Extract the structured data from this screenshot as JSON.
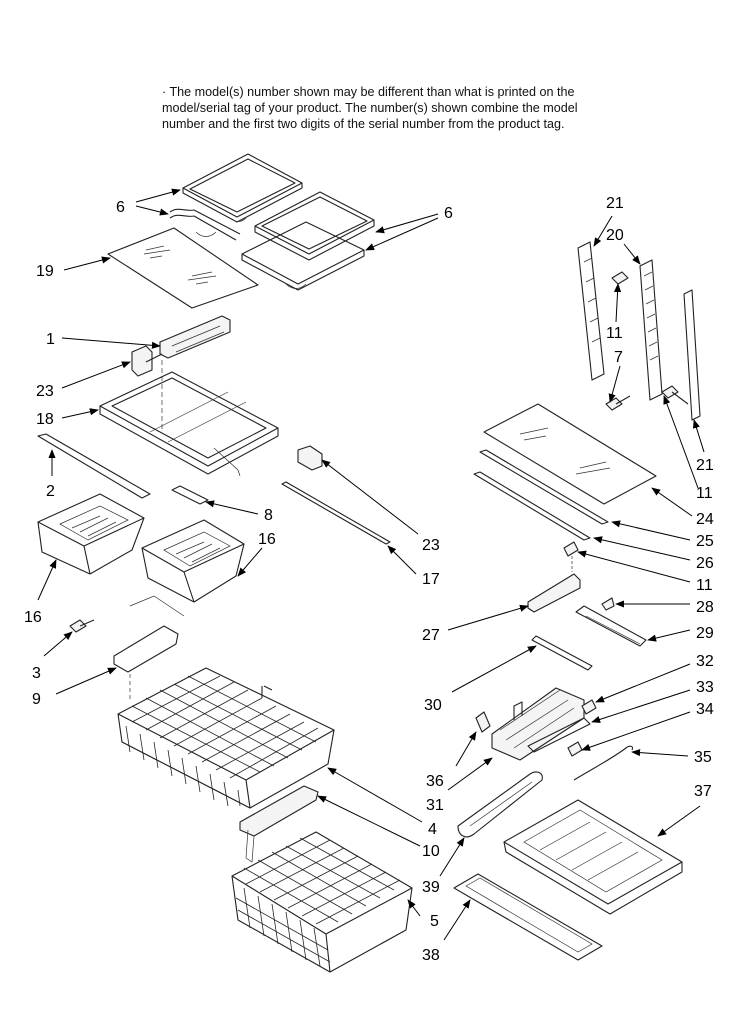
{
  "notice": {
    "lines": [
      "· The model(s) number shown may be different than what is printed on the",
      "model/serial tag of your product. The number(s) shown combine the model",
      "number and the first two digits of the serial number from the product tag."
    ]
  },
  "callouts": [
    {
      "id": "c6a",
      "label": "6"
    },
    {
      "id": "c6b",
      "label": "6"
    },
    {
      "id": "c19",
      "label": "19"
    },
    {
      "id": "c1",
      "label": "1"
    },
    {
      "id": "c23a",
      "label": "23"
    },
    {
      "id": "c18",
      "label": "18"
    },
    {
      "id": "c2",
      "label": "2"
    },
    {
      "id": "c8",
      "label": "8"
    },
    {
      "id": "c16a",
      "label": "16"
    },
    {
      "id": "c16b",
      "label": "16"
    },
    {
      "id": "c23b",
      "label": "23"
    },
    {
      "id": "c17",
      "label": "17"
    },
    {
      "id": "c3",
      "label": "3"
    },
    {
      "id": "c9",
      "label": "9"
    },
    {
      "id": "c4",
      "label": "4"
    },
    {
      "id": "c10",
      "label": "10"
    },
    {
      "id": "c5",
      "label": "5"
    },
    {
      "id": "c21a",
      "label": "21"
    },
    {
      "id": "c20",
      "label": "20"
    },
    {
      "id": "c11a",
      "label": "11"
    },
    {
      "id": "c7",
      "label": "7"
    },
    {
      "id": "c21b",
      "label": "21"
    },
    {
      "id": "c11b",
      "label": "11"
    },
    {
      "id": "c24",
      "label": "24"
    },
    {
      "id": "c25",
      "label": "25"
    },
    {
      "id": "c26",
      "label": "26"
    },
    {
      "id": "c11c",
      "label": "11"
    },
    {
      "id": "c28",
      "label": "28"
    },
    {
      "id": "c27",
      "label": "27"
    },
    {
      "id": "c29",
      "label": "29"
    },
    {
      "id": "c32",
      "label": "32"
    },
    {
      "id": "c30",
      "label": "30"
    },
    {
      "id": "c33",
      "label": "33"
    },
    {
      "id": "c34",
      "label": "34"
    },
    {
      "id": "c35",
      "label": "35"
    },
    {
      "id": "c36",
      "label": "36"
    },
    {
      "id": "c31",
      "label": "31"
    },
    {
      "id": "c37",
      "label": "37"
    },
    {
      "id": "c39",
      "label": "39"
    },
    {
      "id": "c38",
      "label": "38"
    }
  ]
}
